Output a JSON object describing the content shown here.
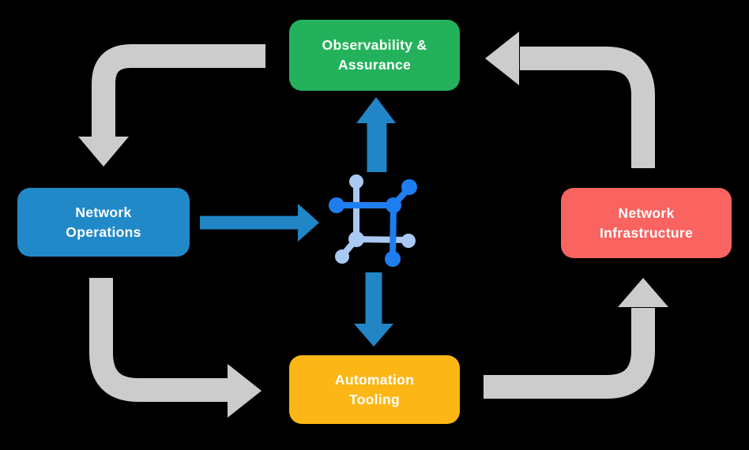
{
  "colors": {
    "background": "#000000",
    "green": "#23b25b",
    "blue": "#2289c9",
    "red": "#f96360",
    "yellow": "#fcb616",
    "arrow_gray": "#cccccc",
    "arrow_blue": "#2185c6",
    "icon_dark_blue": "#1e7ef0",
    "icon_light_blue": "#a9c9f2",
    "text": "#ffffff"
  },
  "nodes": {
    "observability": {
      "label": "Observability &\nAssurance"
    },
    "operations": {
      "label": "Network\nOperations"
    },
    "infrastructure": {
      "label": "Network\nInfrastructure"
    },
    "automation": {
      "label": "Automation\nTooling"
    }
  },
  "center_icon": {
    "name": "network-fabric-icon"
  },
  "flows": [
    {
      "from": "observability-assurance",
      "to": "network-operations",
      "style": "gray-cycle"
    },
    {
      "from": "network-operations",
      "to": "automation-tooling",
      "style": "gray-cycle"
    },
    {
      "from": "automation-tooling",
      "to": "network-infrastructure",
      "style": "gray-cycle"
    },
    {
      "from": "network-infrastructure",
      "to": "observability-assurance",
      "style": "gray-cycle"
    },
    {
      "from": "network-operations",
      "to": "center-icon",
      "style": "blue"
    },
    {
      "from": "center-icon",
      "to": "observability-assurance",
      "style": "blue"
    },
    {
      "from": "center-icon",
      "to": "automation-tooling",
      "style": "blue"
    }
  ]
}
